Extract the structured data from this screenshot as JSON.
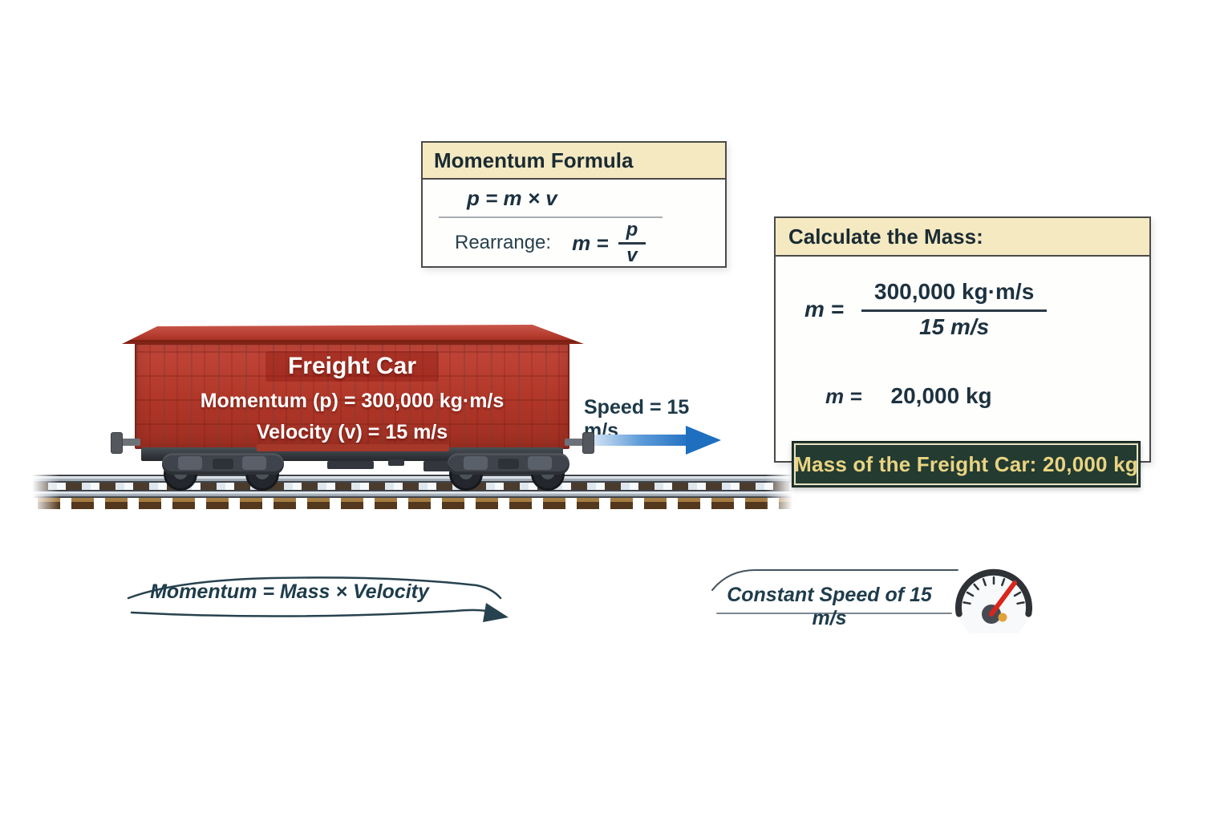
{
  "formula_box": {
    "title": "Momentum Formula",
    "eq1": "p = m × v",
    "rearrange_label": "Rearrange:",
    "m_eq": "m =",
    "frac_num": "p",
    "frac_den": "v"
  },
  "calc_box": {
    "title": "Calculate the Mass:",
    "m_eq": "m =",
    "frac_num": "300,000 kg·m/s",
    "frac_den": "15 m/s",
    "result_eq": "m =",
    "result_val": "20,000 kg",
    "final": "Mass of the Freight Car: 20,000 kg"
  },
  "car": {
    "title": "Freight Car",
    "momentum_line": "Momentum (p) = 300,000 kg·m/s",
    "velocity_line": "Velocity (v) = 15 m/s"
  },
  "speed": {
    "label": "Speed = 15 m/s"
  },
  "captions": {
    "left": "Momentum = Mass × Velocity",
    "right": "Constant Speed of 15 m/s"
  },
  "icons": {
    "speed_arrow": "right-arrow",
    "gauge": "speedometer",
    "swoosh": "curved-arrow"
  },
  "colors": {
    "header_bg": "#f5e9c2",
    "box_border": "#4a4a4a",
    "ink": "#1d3240",
    "car_red": "#b23a2c",
    "green_panel": "#233b31",
    "gold_text": "#ead482",
    "arrow_blue": "#1e6fc0",
    "needle_red": "#d9251c"
  }
}
